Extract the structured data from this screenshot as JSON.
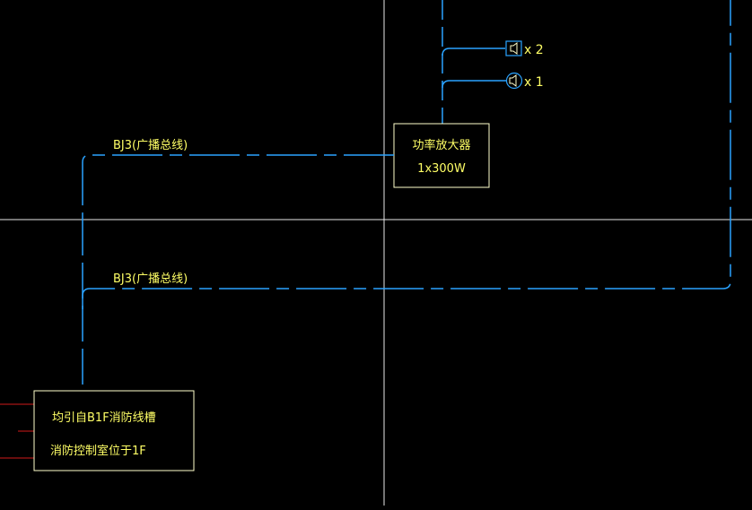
{
  "amplifier": {
    "name": "功率放大器",
    "rating": "1x300W"
  },
  "speakers": [
    {
      "type": "box-speaker",
      "count": "x 2"
    },
    {
      "type": "ceiling-speaker",
      "count": "x 1"
    }
  ],
  "wires": [
    {
      "label": "BJ3(广播总线)"
    },
    {
      "label": "BJ3(广播总线)"
    }
  ],
  "note": {
    "line1": "均引自B1F消防线槽",
    "line2": "消防控制室位于1F"
  },
  "colors": {
    "background": "#000000",
    "wire": "#2aa3ff",
    "text": "#ffff66",
    "frame": "#ffffcc",
    "crosshair": "#e8e8e8",
    "feed": "#d11a1a"
  }
}
